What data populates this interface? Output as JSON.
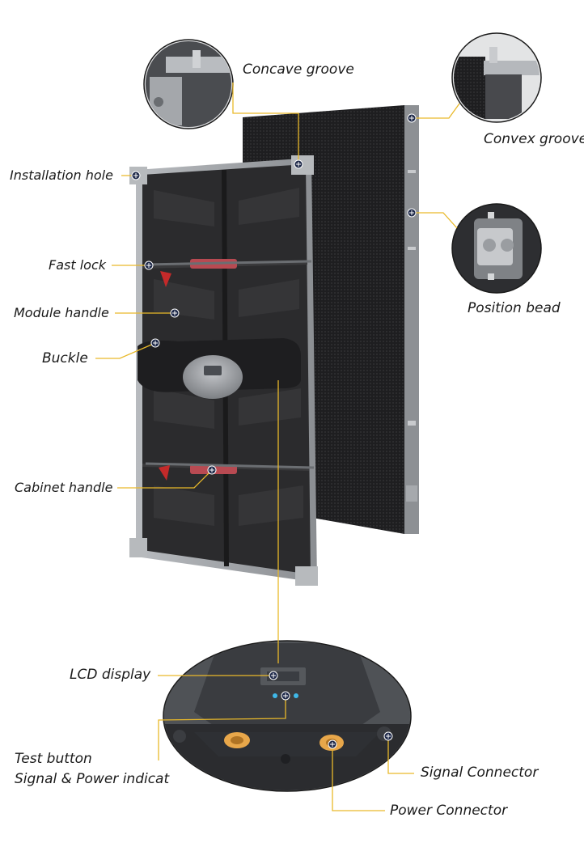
{
  "labels": {
    "concave_groove": "Concave groove",
    "convex_groove": "Convex groove",
    "installation_hole": "Installation hole",
    "fast_lock": "Fast lock",
    "module_handle": "Module handle",
    "buckle": "Buckle",
    "position_bead": "Position bead",
    "cabinet_handle": "Cabinet handle",
    "lcd_display": "LCD display",
    "test_button": "Test button",
    "signal_power_indicator": "Signal & Power indicat",
    "signal_connector": "Signal Connector",
    "power_connector": "Power Connector"
  },
  "colors": {
    "leader_line": "#e9b92a",
    "cabinet_dark": "#2b2b2d",
    "cabinet_frame": "#9ea1a5",
    "handle_red": "#b84a52",
    "led_face": "#1b1b1d",
    "marker_fill": "#1f2a4a",
    "connector_orange": "#e8a74a",
    "indicator_blue": "#3fb8e8"
  }
}
